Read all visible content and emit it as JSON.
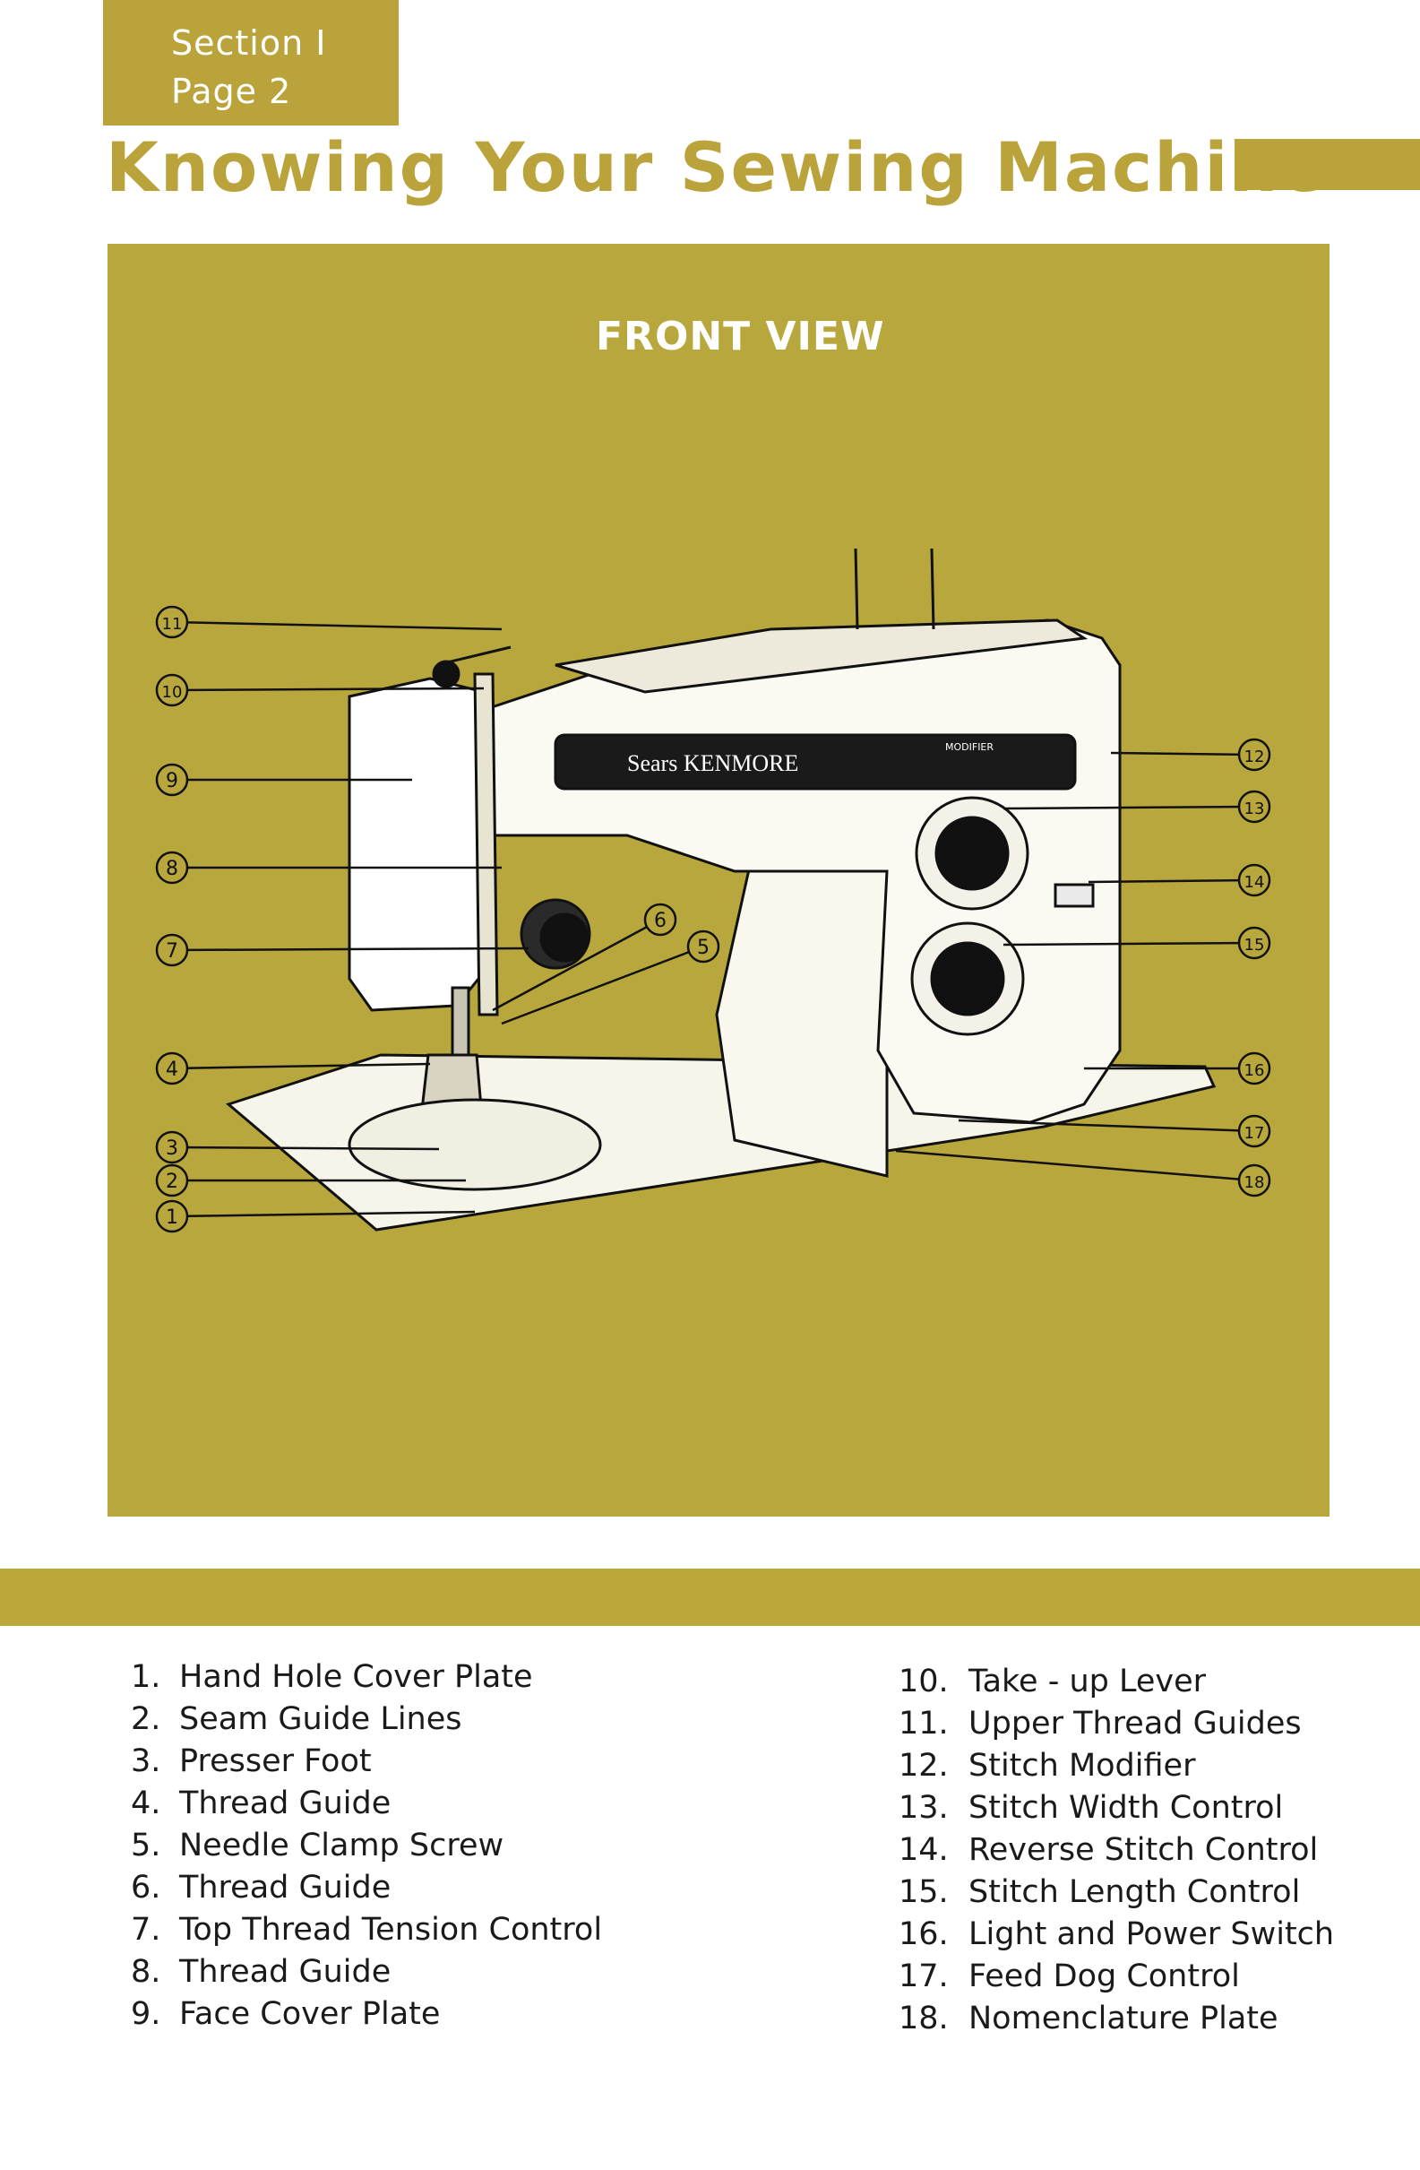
{
  "header": {
    "section_label": "Section I",
    "page_label": "Page 2",
    "title": "Knowing Your Sewing Machine"
  },
  "illustration": {
    "caption": "FRONT VIEW",
    "brand_text": "Sears KENMORE",
    "modifier_text": "MODIFIER",
    "colors": {
      "panel": "#b8a73c",
      "accent": "#b9a33a"
    },
    "callouts": [
      "1",
      "2",
      "3",
      "4",
      "5",
      "6",
      "7",
      "8",
      "9",
      "10",
      "11",
      "12",
      "13",
      "14",
      "15",
      "16",
      "17",
      "18"
    ]
  },
  "parts_left": [
    {
      "num": "1.",
      "name": "Hand Hole Cover Plate"
    },
    {
      "num": "2.",
      "name": "Seam Guide Lines"
    },
    {
      "num": "3.",
      "name": "Presser Foot"
    },
    {
      "num": "4.",
      "name": "Thread Guide"
    },
    {
      "num": "5.",
      "name": "Needle Clamp Screw"
    },
    {
      "num": "6.",
      "name": "Thread Guide"
    },
    {
      "num": "7.",
      "name": "Top Thread Tension Control"
    },
    {
      "num": "8.",
      "name": "Thread Guide"
    },
    {
      "num": "9.",
      "name": "Face Cover Plate"
    }
  ],
  "parts_right": [
    {
      "num": "10.",
      "name": "Take - up Lever"
    },
    {
      "num": "11.",
      "name": "Upper Thread Guides"
    },
    {
      "num": "12.",
      "name": "Stitch Modifier"
    },
    {
      "num": "13.",
      "name": "Stitch Width Control"
    },
    {
      "num": "14.",
      "name": "Reverse Stitch Control"
    },
    {
      "num": "15.",
      "name": "Stitch Length Control"
    },
    {
      "num": "16.",
      "name": "Light and Power Switch"
    },
    {
      "num": "17.",
      "name": "Feed Dog Control"
    },
    {
      "num": "18.",
      "name": "Nomenclature Plate"
    }
  ]
}
